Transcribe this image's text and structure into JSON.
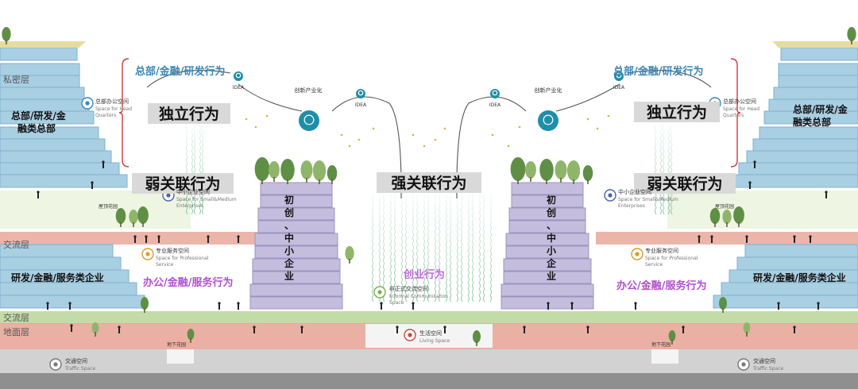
{
  "colors": {
    "blue_band": "#a9cfe3",
    "blue_stroke": "#7fb1cc",
    "lavender": "#c4bddd",
    "salmon": "#e6a293",
    "green_band": "#c3dca7",
    "grey_ground": "#d2d2d2",
    "dark_ground": "#8f8f8f",
    "label_box": "#d9d9d9",
    "purple_text": "#b14fd0",
    "blue_text": "#3a86b7",
    "red_bracket": "#d23a3a",
    "teal_icon": "#1f8ea8",
    "tree": "#8fb56a",
    "tree_dark": "#5f8f45",
    "gold": "#d6b343"
  },
  "labels": {
    "left_top_floor": "私密层",
    "left_exchange_1": "交流层",
    "left_exchange_2": "交流层",
    "left_ground": "地面层",
    "left_hq": [
      "总部/研发/金",
      "融类总部"
    ],
    "right_hq": [
      "总部/研发/金",
      "融类总部"
    ],
    "left_rd": "研发/金融/服务类企业",
    "right_rd": "研发/金融/服务类企业",
    "independent_left": "独立行为",
    "independent_right": "独立行为",
    "weak_left": "弱关联行为",
    "weak_right": "弱关联行为",
    "strong": "强关联行为",
    "hq_behavior_left": "总部/金融/研发行为",
    "hq_behavior_right": "总部/金融/研发行为",
    "office_behavior_left": "办公/金融/服务行为",
    "office_behavior_right": "办公/金融/服务行为",
    "startup_behavior": "创业行为",
    "startup_tower_left": [
      "初",
      "创",
      "、",
      "中",
      "小",
      "企",
      "业"
    ],
    "startup_tower_right": [
      "初",
      "创",
      "、",
      "中",
      "小",
      "企",
      "业"
    ],
    "idea": "IDEA",
    "innovation": "创新产业化",
    "hq_space": {
      "cn": "总部办公空间",
      "en": [
        "Space for Head",
        "Quarters"
      ]
    },
    "sme_space": {
      "cn": "中小企业空间",
      "en": [
        "Space for Small&Medium",
        "Enterprises"
      ]
    },
    "prof_space": {
      "cn": "专业服务空间",
      "en": [
        "Space for Professional",
        "Service"
      ]
    },
    "informal_space": {
      "cn": "非正式交流空间",
      "en": [
        "Informal Communication",
        "Space"
      ]
    },
    "living_space": {
      "cn": "生活空间",
      "en": "Living Space"
    },
    "traffic_space": {
      "cn": "交通空间",
      "en": "Traffic Space"
    },
    "roof_garden": "屋顶花园",
    "underground_garden": "地下花园"
  }
}
